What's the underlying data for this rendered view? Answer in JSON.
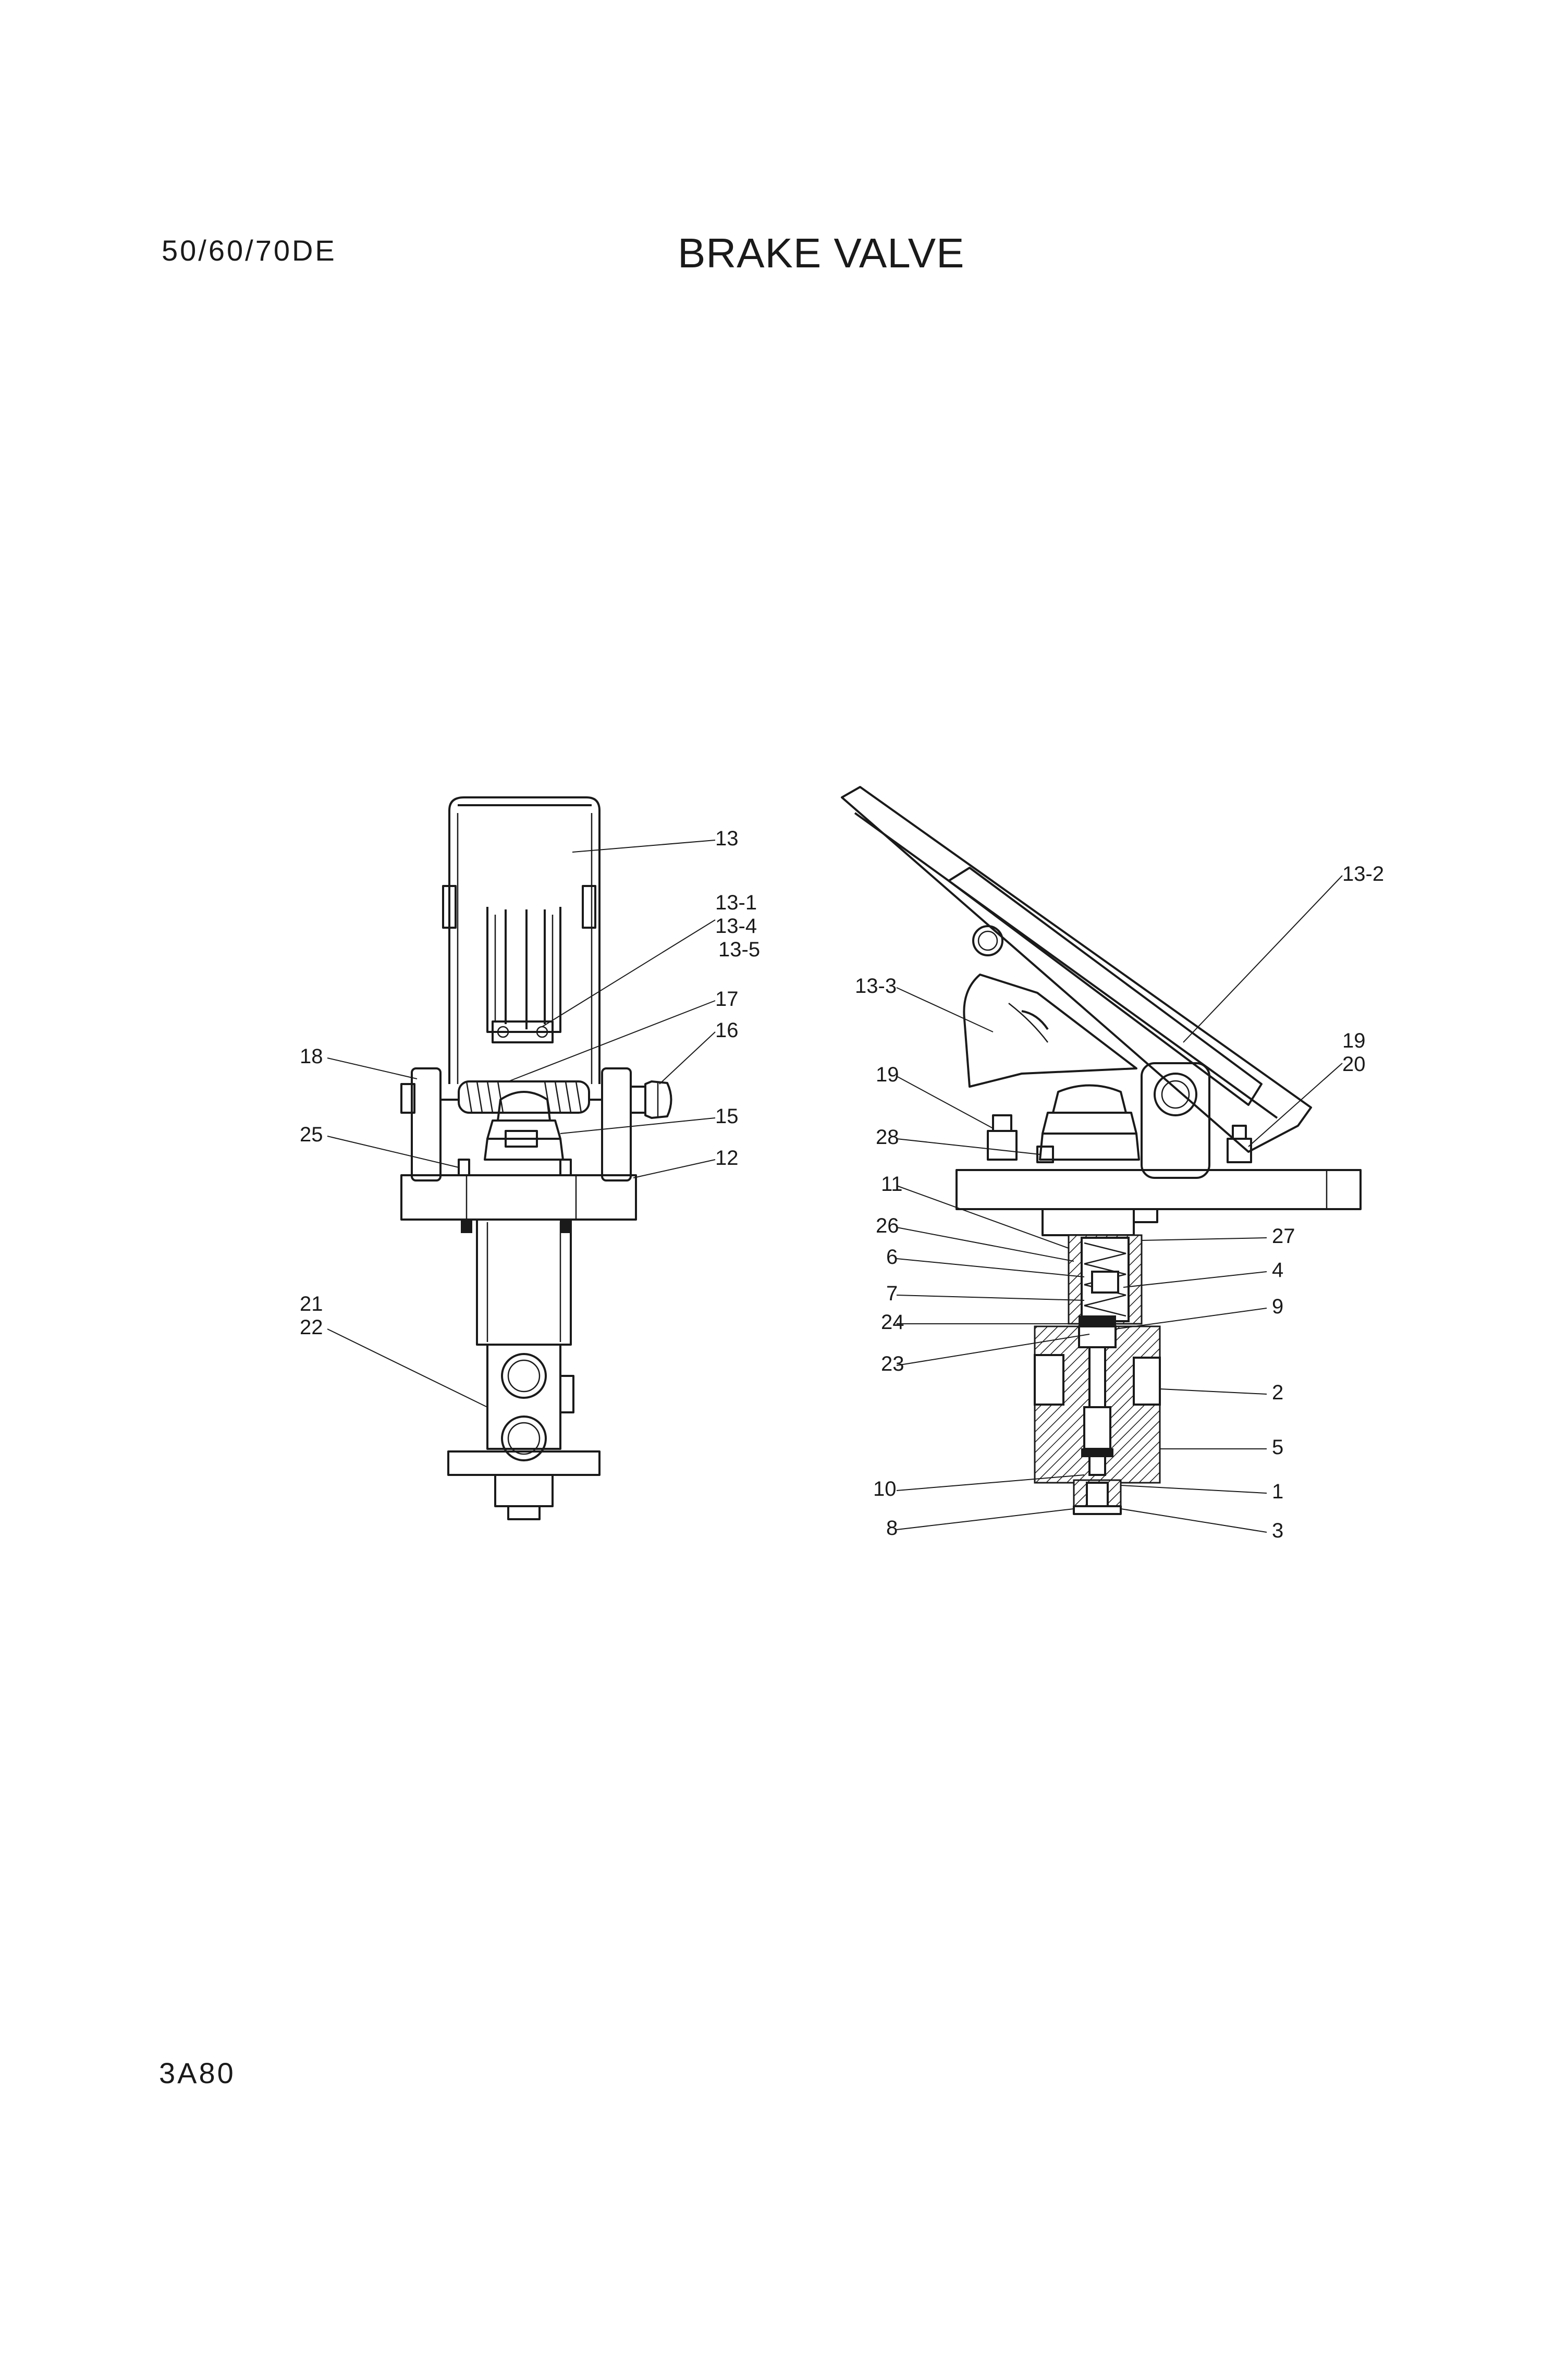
{
  "header": {
    "model": "50/60/70DE",
    "title": "BRAKE VALVE",
    "page_code": "3A80"
  },
  "callouts": {
    "c13": "13",
    "c13_1": "13-1",
    "c13_4": "13-4",
    "c13_5": "13-5",
    "c17": "17",
    "c16": "16",
    "c18": "18",
    "c15": "15",
    "c25": "25",
    "c12": "12",
    "c21": "21",
    "c22": "22",
    "c13_2": "13-2",
    "c13_3": "13-3",
    "c19a": "19",
    "c19b": "19",
    "c20": "20",
    "c28": "28",
    "c11": "11",
    "c26": "26",
    "c27": "27",
    "c6": "6",
    "c4": "4",
    "c7": "7",
    "c24": "24",
    "c9": "9",
    "c23": "23",
    "c2": "2",
    "c5": "5",
    "c10": "10",
    "c1": "1",
    "c8": "8",
    "c3": "3"
  }
}
